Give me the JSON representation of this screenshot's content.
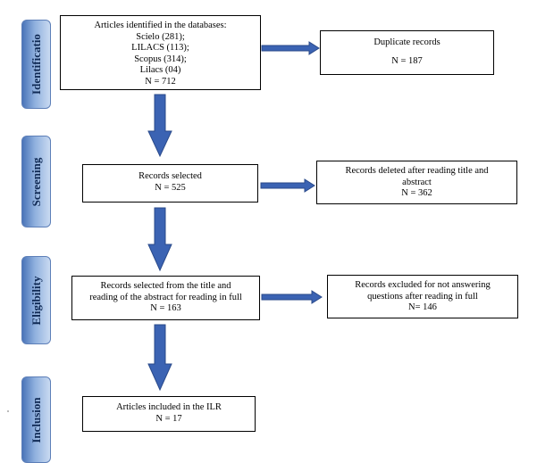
{
  "stages": {
    "identification": "Identificatio",
    "screening": "Screening",
    "eligibility": "Eligibility",
    "inclusion": "Inclusion"
  },
  "boxes": {
    "identified": {
      "line1": "Articles identified in the databases:",
      "line2": "Scielo (281);",
      "line3": "LILACS (113);",
      "line4": "Scopus (314);",
      "line5": "Lilacs (04)",
      "line6": "N = 712"
    },
    "duplicates": {
      "line1": "Duplicate records",
      "line2": "N = 187"
    },
    "selected": {
      "line1": "Records selected",
      "line2": "N = 525"
    },
    "deleted": {
      "line1": "Records deleted after reading title and",
      "line2": "abstract",
      "line3": "N = 362"
    },
    "full_read": {
      "line1": "Records selected from the title and",
      "line2": "reading of the abstract for reading in full",
      "line3": "N = 163"
    },
    "excluded": {
      "line1": "Records excluded for not answering",
      "line2": "questions after reading in full",
      "line3": "N= 146"
    },
    "included": {
      "line1": "Articles included in the ILR",
      "line2": "N = 17"
    }
  },
  "colors": {
    "arrow": "#3b63b3",
    "arrow_border": "#2a4a8a"
  }
}
